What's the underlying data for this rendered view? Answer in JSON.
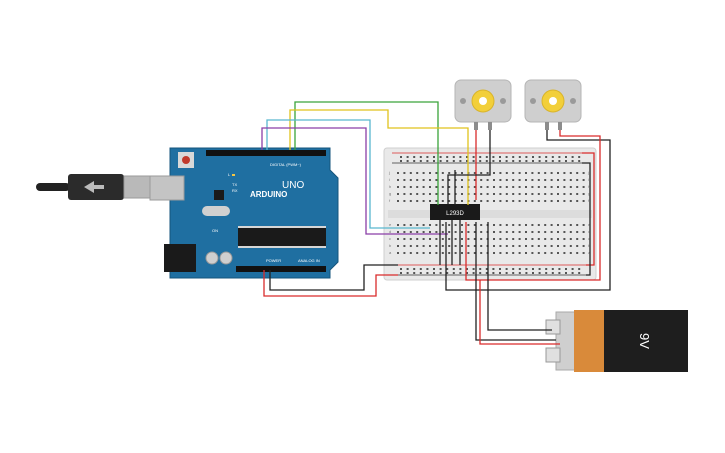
{
  "arduino": {
    "brand": "ARDUINO",
    "model": "UNO",
    "digital_label": "DIGITAL (PWM~)",
    "power_label": "POWER",
    "analog_label": "ANALOG IN",
    "pin_tx": "TX",
    "pin_rx": "RX",
    "pin_l": "L",
    "pin_on": "ON"
  },
  "driver_chip": {
    "label": "L293D"
  },
  "battery": {
    "label": "9V"
  },
  "breadboard": {
    "row_letters_top": [
      "j",
      "i",
      "h",
      "g",
      "f"
    ],
    "row_letters_bottom": [
      "e",
      "d",
      "c",
      "b",
      "a"
    ]
  },
  "colors": {
    "board": "#1f6fa1",
    "wire_red": "#d92b2b",
    "wire_black": "#222222",
    "wire_green": "#3aa33a",
    "wire_yellow": "#e0c21c",
    "wire_cyan": "#59b7cf",
    "wire_purple": "#8a3fa7",
    "battery_orange": "#d98a3a",
    "motor_gray": "#cfcfcf"
  }
}
